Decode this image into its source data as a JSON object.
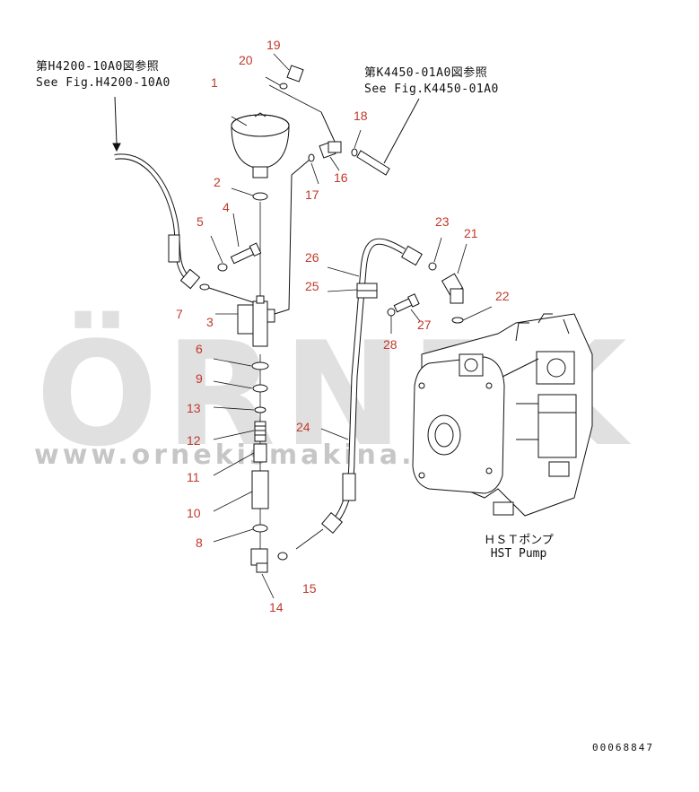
{
  "refs": {
    "left_jp": "第H4200-10A0図参照",
    "left_en": "See Fig.H4200-10A0",
    "right_jp": "第K4450-01A0図参照",
    "right_en": "See Fig.K4450-01A0"
  },
  "pump_label": {
    "jp": "ＨＳＴポンプ",
    "en": "HST Pump"
  },
  "watermark": {
    "brand": "ÖRNEK",
    "url": "www.ornekismakina.com.tr"
  },
  "doc_id": "00068847",
  "part_numbers": [
    "1",
    "2",
    "3",
    "4",
    "5",
    "6",
    "7",
    "8",
    "9",
    "10",
    "11",
    "12",
    "13",
    "14",
    "15",
    "16",
    "17",
    "18",
    "19",
    "20",
    "21",
    "22",
    "23",
    "24",
    "25",
    "26",
    "27",
    "28"
  ],
  "colors": {
    "number": "#c0392b",
    "line": "#111111",
    "watermark": "#c8c8c8"
  }
}
